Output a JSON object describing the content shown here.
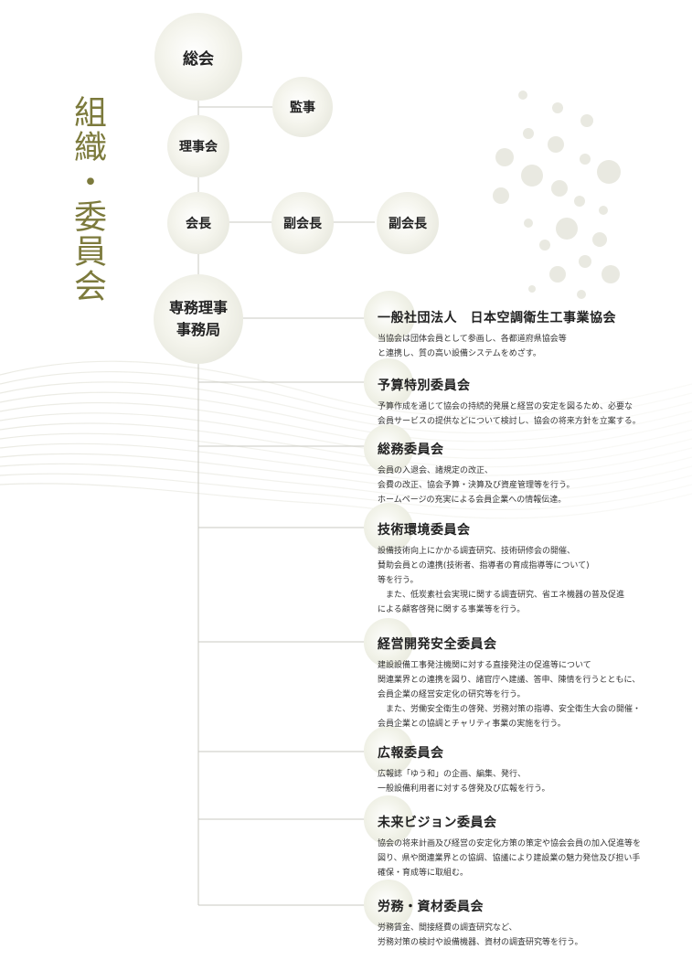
{
  "page_title": "組織・委員会",
  "org": {
    "general_assembly": "総会",
    "auditor": "監事",
    "board": "理事会",
    "president": "会長",
    "vice_president_1": "副会長",
    "vice_president_2": "副会長",
    "executive_director_line1": "専務理事",
    "executive_director_line2": "事務局"
  },
  "committees": [
    {
      "name": "一般社団法人　日本空調衛生工事業協会",
      "lines": [
        "当協会は団体会員として参画し、各都道府県協会等",
        "と連携し、質の高い設備システムをめざす。"
      ]
    },
    {
      "name": "予算特別委員会",
      "lines": [
        "予算作成を通じて協会の持続的発展と経営の安定を図るため、必要な",
        "会員サービスの提供などについて検討し、協会の将来方針を立案する。"
      ]
    },
    {
      "name": "総務委員会",
      "lines": [
        "会員の入退会、諸規定の改正、",
        "会費の改正、協会予算・決算及び資産管理等を行う。",
        "ホームページの充実による会員企業への情報伝達。"
      ]
    },
    {
      "name": "技術環境委員会",
      "lines": [
        "設備技術向上にかかる調査研究、技術研修会の開催、",
        "賛助会員との連携(技術者、指導者の育成指導等について)",
        "等を行う。",
        "　また、低炭素社会実現に関する調査研究、省エネ機器の普及促進",
        "による顧客啓発に関する事業等を行う。"
      ]
    },
    {
      "name": "経営開発安全委員会",
      "lines": [
        "建設設備工事発注機関に対する直接発注の促進等について",
        "関連業界との連携を図り、諸官庁へ建議、答申、陳情を行うとともに、",
        "会員企業の経営安定化の研究等を行う。",
        "　また、労働安全衛生の啓発、労務対策の指導、安全衛生大会の開催・",
        "会員企業との協調とチャリティ事業の実施を行う。"
      ]
    },
    {
      "name": "広報委員会",
      "lines": [
        "広報誌「ゆう和」の企画、編集、発行、",
        "一般設備利用者に対する啓発及び広報を行う。"
      ]
    },
    {
      "name": "未来ビジョン委員会",
      "lines": [
        "協会の将来計画及び経営の安定化方策の策定や協会会員の加入促進等を",
        "図り、県や関連業界との協調、協議により建設業の魅力発信及び担い手",
        "確保・育成等に取組む。"
      ]
    },
    {
      "name": "労務・資材委員会",
      "lines": [
        "労務賃金、間接経費の調査研究など、",
        "労務対策の検討や設備機器、資材の調査研究等を行う。"
      ]
    }
  ],
  "colors": {
    "title": "#7c7a3c",
    "line": "#c8c8c0",
    "bubble": "#e6e6dc"
  }
}
